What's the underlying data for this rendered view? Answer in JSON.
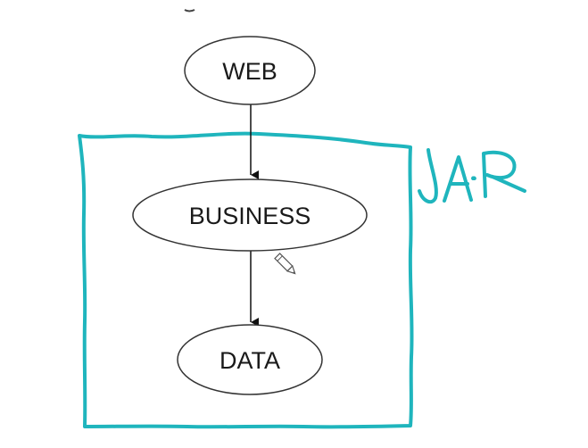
{
  "diagram": {
    "nodes": [
      {
        "id": "web",
        "label": "WEB"
      },
      {
        "id": "business",
        "label": "BUSINESS"
      },
      {
        "id": "data",
        "label": "DATA"
      }
    ],
    "edges": [
      {
        "from": "web",
        "to": "business"
      },
      {
        "from": "business",
        "to": "data"
      }
    ],
    "annotation": {
      "label": "JAR",
      "color": "#1fb5bd"
    },
    "cursor_icon": "pencil-icon",
    "node_stroke_color": "#333333",
    "node_fill_color": "#ffffff"
  }
}
